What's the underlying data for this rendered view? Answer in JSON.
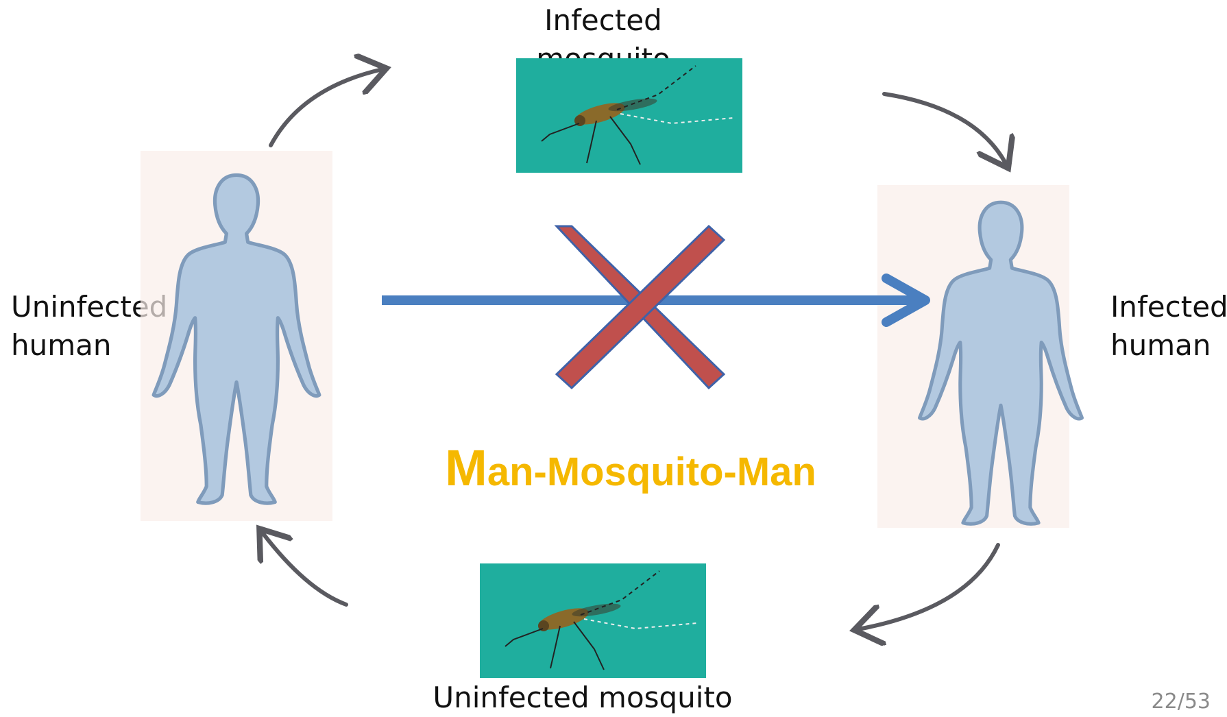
{
  "labels": {
    "infected_mosquito": "Infected mosquito",
    "uninfected_mosquito": "Uninfected mosquito",
    "uninfected_human": [
      "Uninfected",
      "human"
    ],
    "infected_human": [
      "Infected",
      "human"
    ]
  },
  "title": {
    "first_letter": "M",
    "rest": "an-Mosquito-Man"
  },
  "page_number": "22/53",
  "colors": {
    "human_fill": "#b3c9e0",
    "human_stroke": "#7f9bbb",
    "arrow_blue": "#4a7fc0",
    "cross_red": "#c0504d",
    "cross_border": "#3f62a8",
    "cycle_arrow": "#5a5a60",
    "photo_bg": "#1fae9e",
    "title_color": "#f5b800"
  },
  "icons": [
    "human-silhouette-icon",
    "mosquito-photo",
    "cross-mark-icon",
    "arrow-icon"
  ]
}
